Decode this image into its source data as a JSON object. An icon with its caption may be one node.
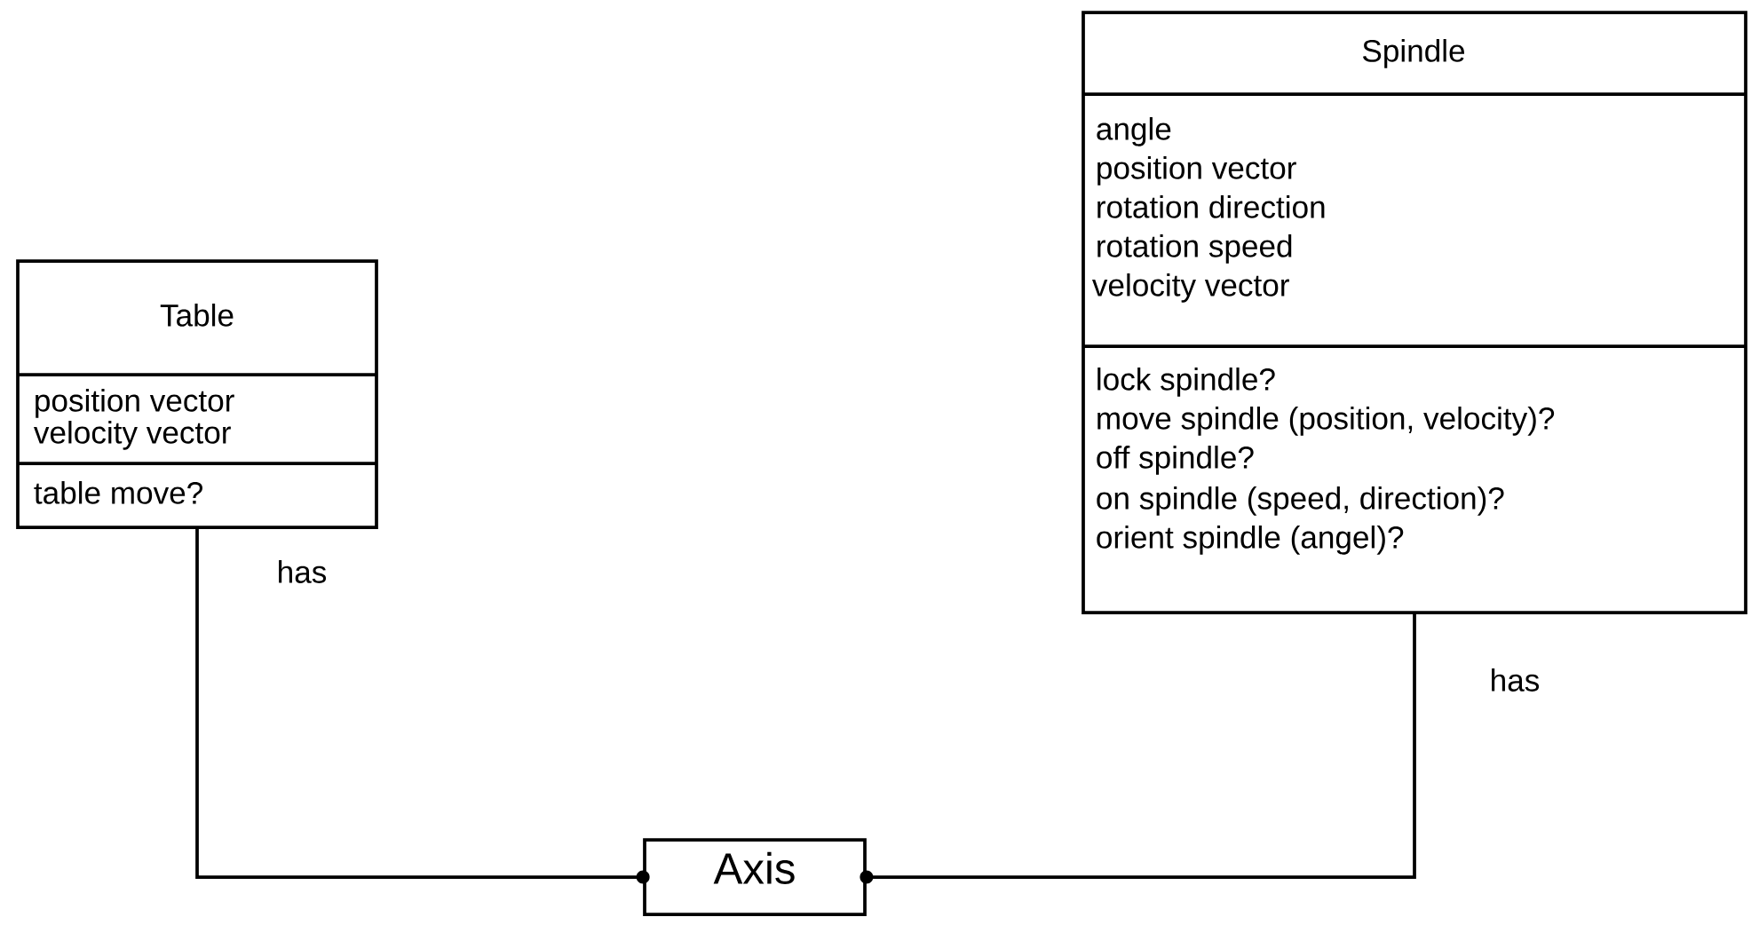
{
  "diagram": {
    "nodes": [
      {
        "text": [
          "Table",
          "position vector",
          "velocity vector",
          "table move?"
        ]
      },
      {
        "text": [
          "Spindle",
          "angle",
          "position vector",
          "rotation direction",
          "rotation speed",
          "velocity vector",
          "lock spindle?",
          "move spindle (position, velocity)?",
          "off spindle?",
          "on spindle (speed, direction)?",
          "orient spindle (angel)?"
        ]
      },
      {
        "text": [
          "Axis"
        ]
      }
    ],
    "edges": [
      {
        "from": 0,
        "to": 2,
        "arrow": "other",
        "label": "has"
      },
      {
        "from": 1,
        "to": 2,
        "arrow": "other",
        "label": "has"
      }
    ]
  }
}
